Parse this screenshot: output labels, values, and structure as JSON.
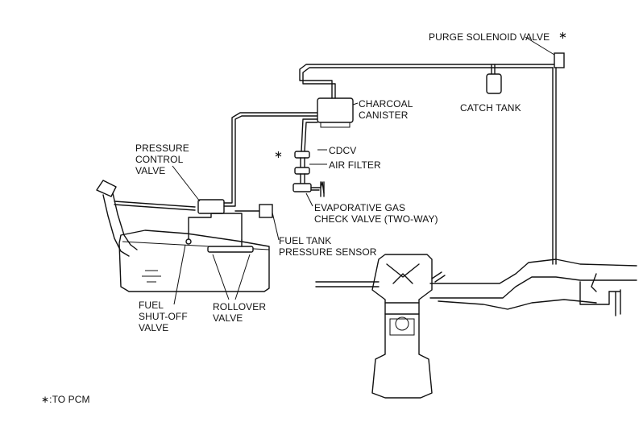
{
  "labels": {
    "purge_solenoid_valve": "PURGE SOLENOID VALVE",
    "charcoal_canister_l1": "CHARCOAL",
    "charcoal_canister_l2": "CANISTER",
    "catch_tank": "CATCH TANK",
    "pressure_control_valve_l1": "PRESSURE",
    "pressure_control_valve_l2": "CONTROL",
    "pressure_control_valve_l3": "VALVE",
    "cdcv": "CDCV",
    "air_filter": "AIR FILTER",
    "evap_check_l1": "EVAPORATIVE GAS",
    "evap_check_l2": "CHECK VALVE (TWO-WAY)",
    "fuel_tank_sensor_l1": "FUEL TANK",
    "fuel_tank_sensor_l2": "PRESSURE SENSOR",
    "fuel_shutoff_l1": "FUEL",
    "fuel_shutoff_l2": "SHUT-OFF",
    "fuel_shutoff_l3": "VALVE",
    "rollover_l1": "ROLLOVER",
    "rollover_l2": "VALVE"
  },
  "markers": {
    "asterisk": "∗",
    "note": "∗:TO PCM"
  }
}
